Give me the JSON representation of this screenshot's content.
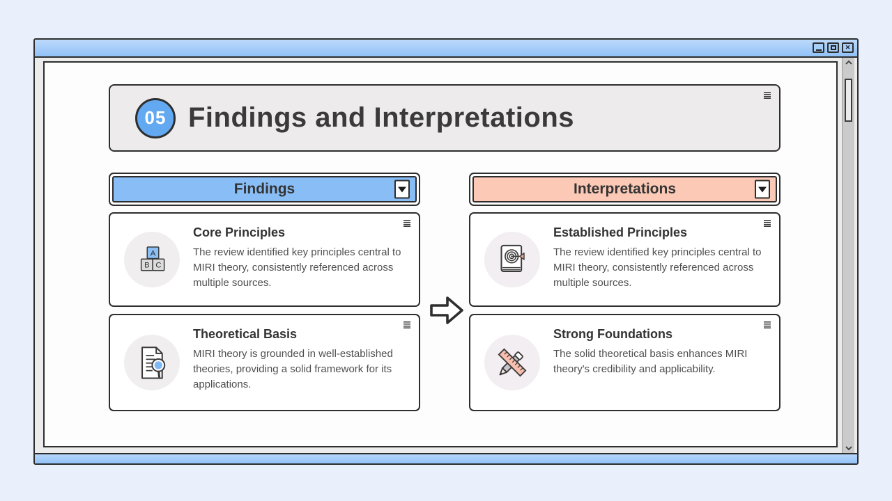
{
  "window": {
    "controls": {
      "minimize_label": "minimize",
      "maximize_label": "maximize",
      "close_glyph": "✕"
    }
  },
  "header": {
    "number": "05",
    "title": "Findings and Interpretations"
  },
  "columns": [
    {
      "id": "findings",
      "header_label": "Findings",
      "accent_color": "#88bdf6",
      "cards": [
        {
          "title": "Core Principles",
          "body": "The review identified key principles central to MIRI theory, consistently referenced across multiple sources.",
          "icon": "abc-blocks-icon"
        },
        {
          "title": "Theoretical Basis",
          "body": "MIRI theory is grounded in well-established theories, providing a solid framework for its applications.",
          "icon": "document-magnifier-icon"
        }
      ]
    },
    {
      "id": "interpretations",
      "header_label": "Interpretations",
      "accent_color": "#fbc9b5",
      "cards": [
        {
          "title": "Established Principles",
          "body": "The review identified key principles central to MIRI theory, consistently referenced across multiple sources.",
          "icon": "book-target-icon"
        },
        {
          "title": "Strong Foundations",
          "body": "The solid theoretical basis enhances MIRI theory's credibility and applicability.",
          "icon": "pencil-ruler-icon"
        }
      ]
    }
  ],
  "colors": {
    "titlebar_blue": "#92c2f8",
    "badge_blue": "#63a9f2",
    "findings_blue": "#88bdf6",
    "interpretations_peach": "#fbc9b5",
    "page_background": "#e9f0fb"
  }
}
